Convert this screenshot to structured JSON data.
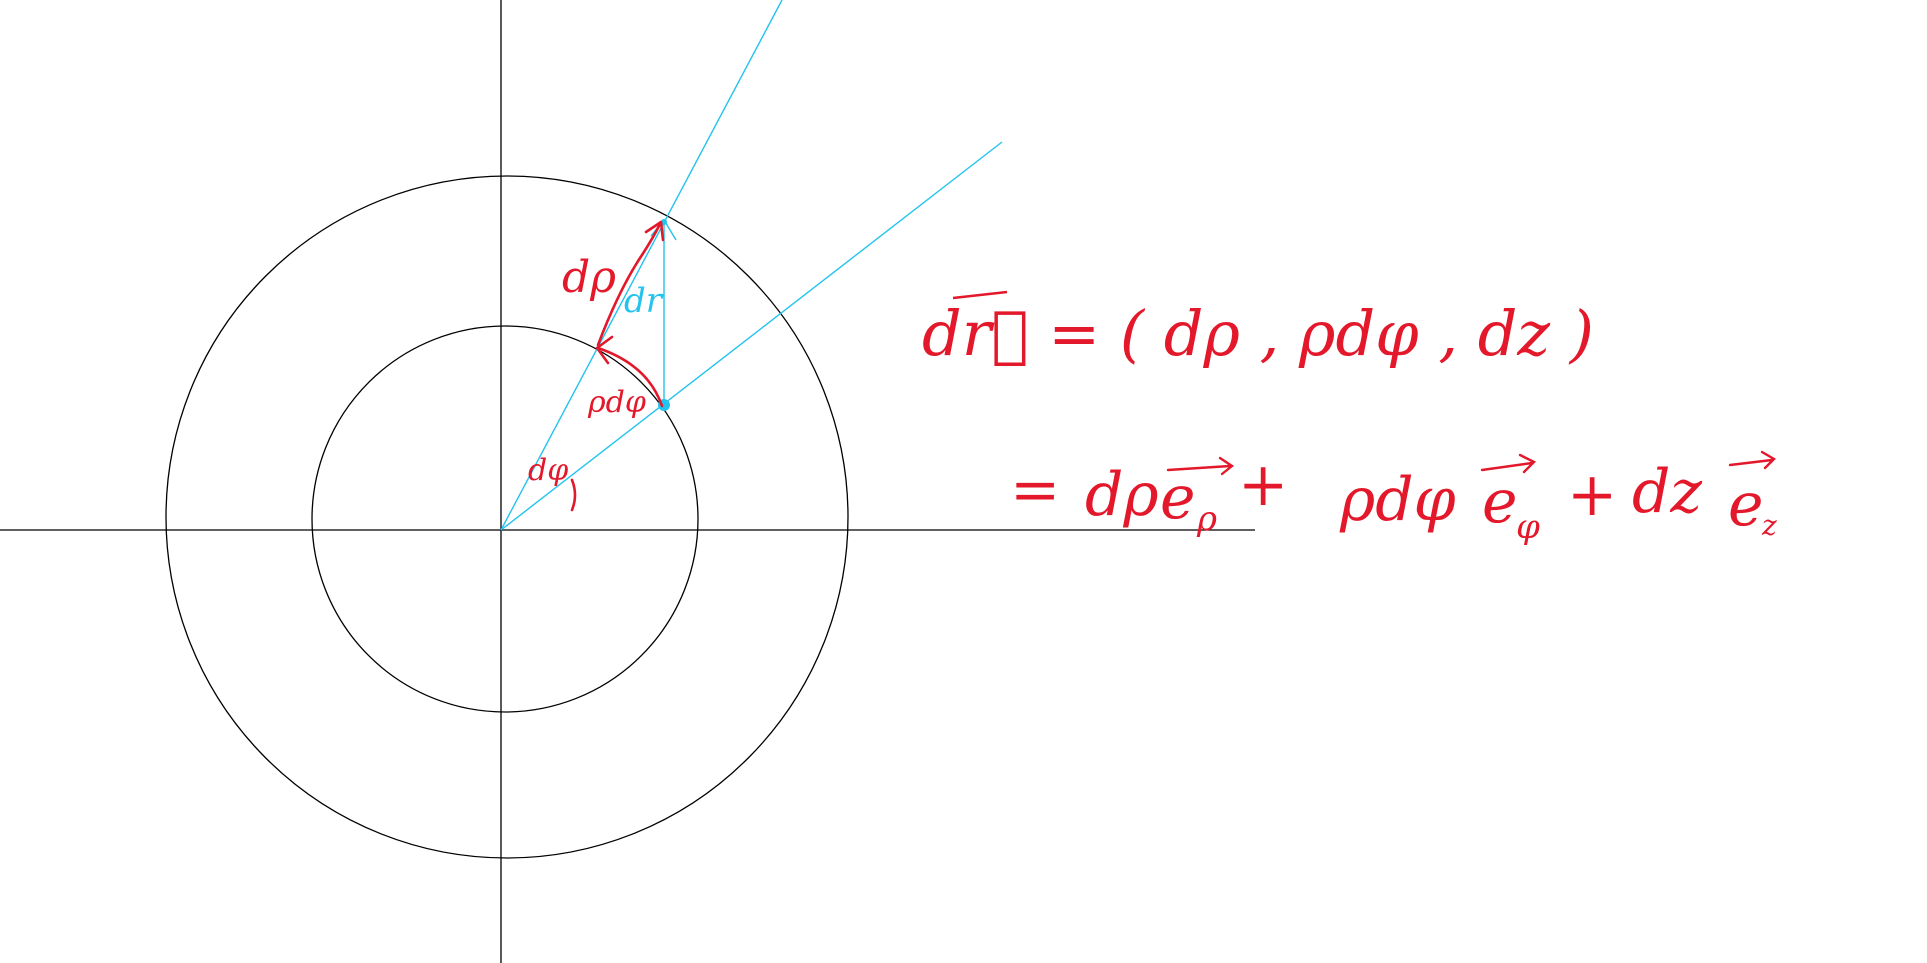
{
  "colors": {
    "axis": "#000000",
    "circle": "#000000",
    "construction": "#22c3ee",
    "ink": "#e3182b"
  },
  "labels": {
    "d_rho": "dρ",
    "d_r": "dr",
    "rho_d_phi": "ρdφ",
    "d_phi": "dφ"
  },
  "equation": {
    "line1": "dr⃗ = ( dρ , ρdφ , dz )",
    "eq2_sign": "=",
    "eq2_t1": "dρ",
    "eq2_e1": "e",
    "eq2_sub1": "ρ",
    "eq2_plus1": "+",
    "eq2_t2": "ρdφ",
    "eq2_e2": "e",
    "eq2_sub2": "φ",
    "eq2_plus2": "+",
    "eq2_t3": "dz",
    "eq2_e3": "e",
    "eq2_sub3": "z"
  }
}
